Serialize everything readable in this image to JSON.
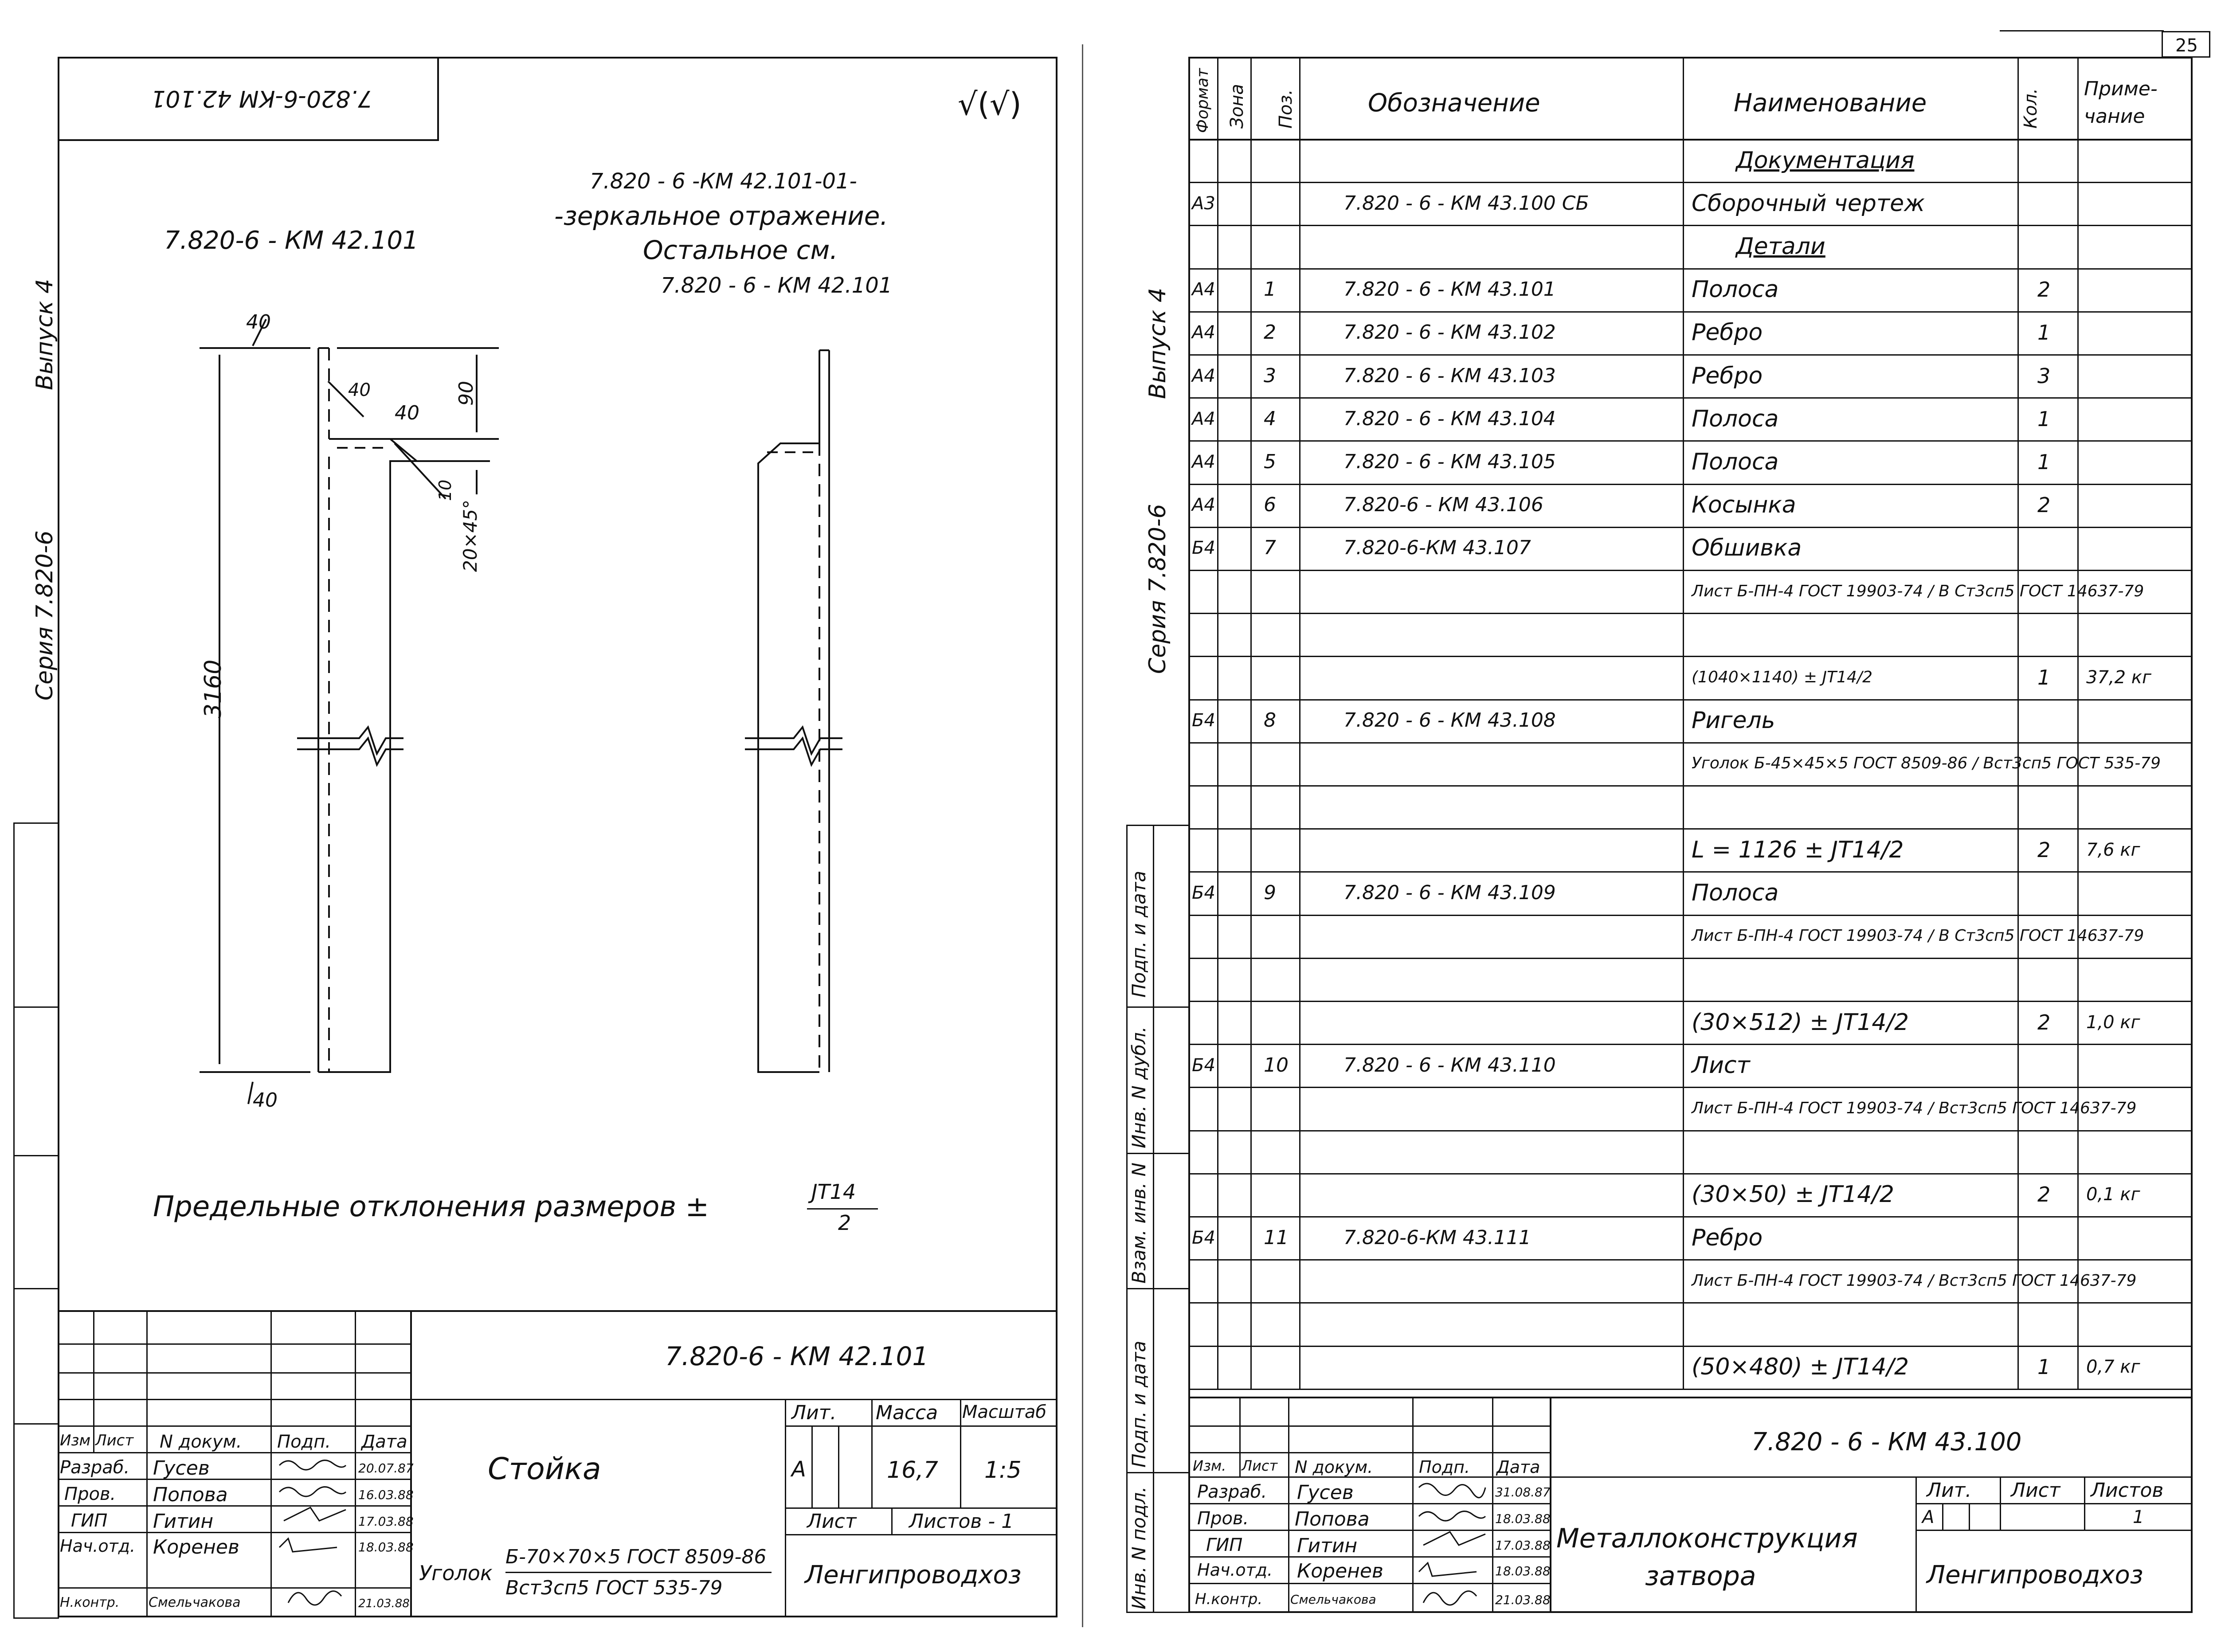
{
  "page_number": "25",
  "left": {
    "corner_code": "7.820-6-КМ 42.101",
    "check_mark": "√(√)",
    "note1": "7.820 - 6 -КМ 42.101-01-",
    "note2": "-зеркальное отражение.",
    "note3": "Остальное   см.",
    "note4": "7.820 - 6 - КМ 42.101",
    "drawing_label": "7.820-6 - КМ 42.101",
    "side_issue": "Выпуск 4",
    "side_series": "Серия 7.820-6",
    "dims": {
      "top": "40",
      "corner": "40",
      "mid": "40",
      "d90": "90",
      "d10": "10",
      "chamfer": "20×45°",
      "length": "3160",
      "bottom": "40"
    },
    "tolerance": "Предельные  отклонения  размеров  ±",
    "tol_num": "JT14",
    "tol_den": "2",
    "stamp": {
      "code": "7.820-6 - КМ 42.101",
      "name": "Стойка",
      "hdr": [
        "Изм",
        "Лист",
        "N докум.",
        "Подп.",
        "Дата"
      ],
      "people": [
        {
          "role": "Разраб.",
          "name": "Гусев",
          "date": "20.07.87"
        },
        {
          "role": "Пров.",
          "name": "Попова",
          "date": "16.03.88"
        },
        {
          "role": "ГИП",
          "name": "Гитин",
          "date": "17.03.88"
        },
        {
          "role": "Нач.отд.",
          "name": "Коренев",
          "date": "18.03.88"
        },
        {
          "role": "Н.контр.",
          "name": "Смельчакова",
          "date": "21.03.88"
        }
      ],
      "lit_label": "Лит.",
      "mass_label": "Масса",
      "scale_label": "Масштаб",
      "lit": "А",
      "mass": "16,7",
      "scale": "1:5",
      "sheet_label": "Лист",
      "sheets_label": "Листов - 1",
      "material_prefix": "Уголок",
      "material_num": "Б-70×70×5 ГОСТ 8509-86",
      "material_den": "Вст3сп5 ГОСТ 535-79",
      "org": "Ленгипроводхоз"
    }
  },
  "right": {
    "side_issue": "Выпуск 4",
    "side_series": "Серия 7.820-6",
    "left_strip": [
      "Подп. и дата",
      "Инв. N дубл.",
      "Взам. инв. N",
      "Подп. и дата",
      "Инв. N подл."
    ],
    "headers": {
      "format": "Формат",
      "zone": "Зона",
      "pos": "Поз.",
      "designation": "Обозначение",
      "name": "Наименование",
      "qty": "Кол.",
      "note": "Приме- чание"
    },
    "rows": [
      {
        "fmt": "",
        "pos": "",
        "des": "",
        "name": "Документация",
        "qty": "",
        "note": ""
      },
      {
        "fmt": "А3",
        "pos": "",
        "des": "7.820 - 6 - КМ 43.100 СБ",
        "name": "Сборочный  чертеж",
        "qty": "",
        "note": ""
      },
      {
        "fmt": "",
        "pos": "",
        "des": "",
        "name": "Детали",
        "qty": "",
        "note": ""
      },
      {
        "fmt": "А4",
        "pos": "1",
        "des": "7.820 - 6 - КМ 43.101",
        "name": "Полоса",
        "qty": "2",
        "note": ""
      },
      {
        "fmt": "А4",
        "pos": "2",
        "des": "7.820 - 6 - КМ 43.102",
        "name": "Ребро",
        "qty": "1",
        "note": ""
      },
      {
        "fmt": "А4",
        "pos": "3",
        "des": "7.820 - 6 - КМ 43.103",
        "name": "Ребро",
        "qty": "3",
        "note": ""
      },
      {
        "fmt": "А4",
        "pos": "4",
        "des": "7.820 - 6 - КМ 43.104",
        "name": "Полоса",
        "qty": "1",
        "note": ""
      },
      {
        "fmt": "А4",
        "pos": "5",
        "des": "7.820 - 6 - КМ 43.105",
        "name": "Полоса",
        "qty": "1",
        "note": ""
      },
      {
        "fmt": "А4",
        "pos": "6",
        "des": "7.820-6 - КМ 43.106",
        "name": "Косынка",
        "qty": "2",
        "note": ""
      },
      {
        "fmt": "Б4",
        "pos": "7",
        "des": "7.820-6-КМ 43.107",
        "name": "Обшивка",
        "qty": "",
        "note": ""
      },
      {
        "fmt": "",
        "pos": "",
        "des": "",
        "name": "Лист Б-ПН-4 ГОСТ 19903-74 / В Ст3сп5 ГОСТ 14637-79",
        "qty": "",
        "note": ""
      },
      {
        "fmt": "",
        "pos": "",
        "des": "",
        "name": "",
        "qty": "",
        "note": ""
      },
      {
        "fmt": "",
        "pos": "",
        "des": "",
        "name": "(1040×1140) ± JT14/2",
        "qty": "1",
        "note": "37,2 кг"
      },
      {
        "fmt": "Б4",
        "pos": "8",
        "des": "7.820 - 6 - КМ 43.108",
        "name": "Ригель",
        "qty": "",
        "note": ""
      },
      {
        "fmt": "",
        "pos": "",
        "des": "",
        "name": "Уголок Б-45×45×5 ГОСТ 8509-86 / Вст3сп5 ГОСТ 535-79",
        "qty": "",
        "note": ""
      },
      {
        "fmt": "",
        "pos": "",
        "des": "",
        "name": "",
        "qty": "",
        "note": ""
      },
      {
        "fmt": "",
        "pos": "",
        "des": "",
        "name": "L = 1126 ± JT14/2",
        "qty": "2",
        "note": "7,6 кг"
      },
      {
        "fmt": "Б4",
        "pos": "9",
        "des": "7.820 - 6 - КМ 43.109",
        "name": "Полоса",
        "qty": "",
        "note": ""
      },
      {
        "fmt": "",
        "pos": "",
        "des": "",
        "name": "Лист Б-ПН-4 ГОСТ 19903-74 / В Ст3сп5 ГОСТ 14637-79",
        "qty": "",
        "note": ""
      },
      {
        "fmt": "",
        "pos": "",
        "des": "",
        "name": "",
        "qty": "",
        "note": ""
      },
      {
        "fmt": "",
        "pos": "",
        "des": "",
        "name": "(30×512) ± JT14/2",
        "qty": "2",
        "note": "1,0 кг"
      },
      {
        "fmt": "Б4",
        "pos": "10",
        "des": "7.820 - 6 - КМ 43.110",
        "name": "Лист",
        "qty": "",
        "note": ""
      },
      {
        "fmt": "",
        "pos": "",
        "des": "",
        "name": "Лист Б-ПН-4 ГОСТ 19903-74 / Вст3сп5 ГОСТ 14637-79",
        "qty": "",
        "note": ""
      },
      {
        "fmt": "",
        "pos": "",
        "des": "",
        "name": "",
        "qty": "",
        "note": ""
      },
      {
        "fmt": "",
        "pos": "",
        "des": "",
        "name": "(30×50) ± JT14/2",
        "qty": "2",
        "note": "0,1 кг"
      },
      {
        "fmt": "Б4",
        "pos": "11",
        "des": "7.820-6-КМ 43.111",
        "name": "Ребро",
        "qty": "",
        "note": ""
      },
      {
        "fmt": "",
        "pos": "",
        "des": "",
        "name": "Лист Б-ПН-4 ГОСТ 19903-74 / Вст3сп5 ГОСТ 14637-79",
        "qty": "",
        "note": ""
      },
      {
        "fmt": "",
        "pos": "",
        "des": "",
        "name": "",
        "qty": "",
        "note": ""
      },
      {
        "fmt": "",
        "pos": "",
        "des": "",
        "name": "(50×480) ± JT14/2",
        "qty": "1",
        "note": "0,7 кг"
      }
    ],
    "stamp": {
      "code": "7.820 - 6 - КМ 43.100",
      "hdr": [
        "Изм.",
        "Лист",
        "N докум.",
        "Подп.",
        "Дата"
      ],
      "people": [
        {
          "role": "Разраб.",
          "name": "Гусев",
          "date": "31.08.87"
        },
        {
          "role": "Пров.",
          "name": "Попова",
          "date": "18.03.88"
        },
        {
          "role": "ГИП",
          "name": "Гитин",
          "date": "17.03.88"
        },
        {
          "role": "Нач.отд.",
          "name": "Коренев",
          "date": "18.03.88"
        },
        {
          "role": "Н.контр.",
          "name": "Смельчакова",
          "date": "21.03.88"
        }
      ],
      "title1": "Металлоконструкция",
      "title2": "затвора",
      "lit_label": "Лит.",
      "sheet_label": "Лист",
      "sheets_label": "Листов",
      "lit": "А",
      "sheets": "1",
      "org": "Ленгипроводхоз"
    }
  }
}
